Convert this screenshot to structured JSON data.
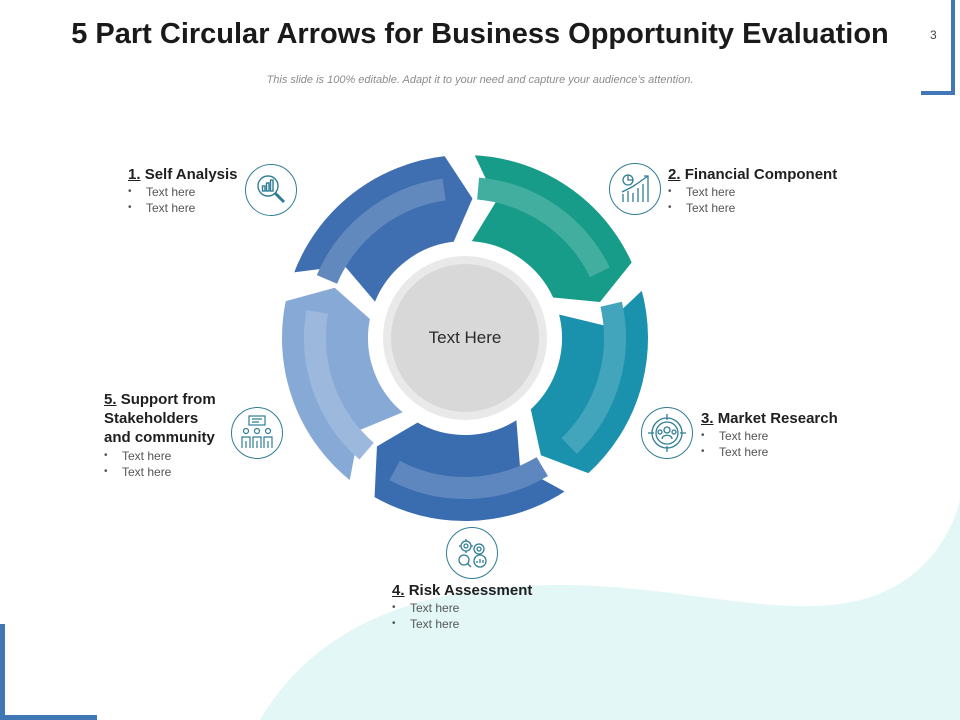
{
  "slide": {
    "title": "5 Part Circular Arrows for Business Opportunity Evaluation",
    "page_number": "3",
    "subtitle": "This slide is 100% editable. Adapt it to your need and capture your audience’s attention."
  },
  "center": {
    "label": "Text Here"
  },
  "steps": [
    {
      "num": "1.",
      "title": "Self Analysis",
      "bullets": [
        "Text here",
        "Text here"
      ],
      "icon": "search-analysis-icon",
      "color": "#3f6fb0"
    },
    {
      "num": "2.",
      "title": "Financial Component",
      "bullets": [
        "Text here",
        "Text here"
      ],
      "icon": "financial-chart-icon",
      "color": "#189c8a"
    },
    {
      "num": "3.",
      "title": "Market Research",
      "bullets": [
        "Text here",
        "Text here"
      ],
      "icon": "target-audience-icon",
      "color": "#1a91ad"
    },
    {
      "num": "4.",
      "title": "Risk Assessment",
      "bullets": [
        "Text here",
        "Text here"
      ],
      "icon": "gears-icon",
      "color": "#3a6db0"
    },
    {
      "num": "5.",
      "title_lines": [
        "Support from",
        "Stakeholders",
        "and community"
      ],
      "bullets": [
        "Text here",
        "Text here"
      ],
      "icon": "team-presentation-icon",
      "color": "#86a9d6"
    }
  ],
  "colors": {
    "accent": "#3f78b5",
    "wave": "#e3f7f7",
    "icon_stroke": "#2f7d94"
  }
}
